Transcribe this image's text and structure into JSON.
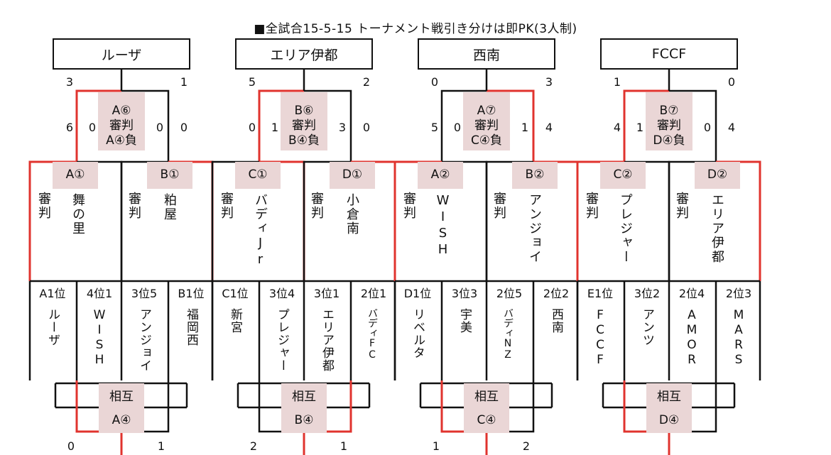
{
  "title": "■全試合15-5-15 トーナメント戦引き分けは即PK(3人制)",
  "referee_label": "審判",
  "mutual_label": "相互",
  "groups": [
    {
      "final_team": "ルーザ",
      "top_scores": [
        "3",
        "1"
      ],
      "match_label": [
        "A⑥",
        "審判",
        "A④負"
      ],
      "mid_scores": [
        "6",
        "0",
        "0",
        "0"
      ],
      "seeds": [
        "A①",
        "B①"
      ],
      "semi_teams": [
        "舞の里",
        "粕屋"
      ],
      "ranks": [
        "A1位",
        "4位1",
        "3位5",
        "B1位"
      ],
      "teams": [
        "ルーザ",
        "WISH",
        "アンジョイ",
        "福岡西"
      ],
      "bottom_match": "A④",
      "bottom_scores": [
        "0",
        "1"
      ]
    },
    {
      "final_team": "エリア伊都",
      "top_scores": [
        "5",
        "2"
      ],
      "match_label": [
        "B⑥",
        "審判",
        "B④負"
      ],
      "mid_scores": [
        "0",
        "1",
        "3",
        "0"
      ],
      "seeds": [
        "C①",
        "D①"
      ],
      "semi_teams": [
        "バディJr",
        "小倉南"
      ],
      "ranks": [
        "C1位",
        "3位4",
        "3位1",
        "2位1"
      ],
      "teams": [
        "新宮",
        "プレジャー",
        "エリア伊都",
        "バディFC"
      ],
      "bottom_match": "B④",
      "bottom_scores": [
        "2",
        "1"
      ]
    },
    {
      "final_team": "西南",
      "top_scores": [
        "0",
        "3"
      ],
      "match_label": [
        "A⑦",
        "審判",
        "C④負"
      ],
      "mid_scores": [
        "5",
        "0",
        "1",
        "4"
      ],
      "seeds": [
        "A②",
        "B②"
      ],
      "semi_teams": [
        "WISH",
        "アンジョイ"
      ],
      "ranks": [
        "D1位",
        "3位3",
        "2位5",
        "2位2"
      ],
      "teams": [
        "リベルタ",
        "宇美",
        "バディNZ",
        "西南"
      ],
      "bottom_match": "C④",
      "bottom_scores": [
        "1",
        "2"
      ]
    },
    {
      "final_team": "FCCF",
      "top_scores": [
        "1",
        "0"
      ],
      "match_label": [
        "B⑦",
        "審判",
        "D④負"
      ],
      "mid_scores": [
        "4",
        "1",
        "0",
        "4"
      ],
      "seeds": [
        "C②",
        "D②"
      ],
      "semi_teams": [
        "プレジャー",
        "エリア伊都"
      ],
      "ranks": [
        "E1位",
        "3位2",
        "2位4",
        "2位3"
      ],
      "teams": [
        "FCCF",
        "アンツ",
        "AMOR",
        "MARS"
      ],
      "bottom_match": "D④",
      "bottom_scores": []
    }
  ],
  "colors": {
    "winner_line": "#e0332e",
    "line": "#111111",
    "highlight": "#ead6d6"
  }
}
